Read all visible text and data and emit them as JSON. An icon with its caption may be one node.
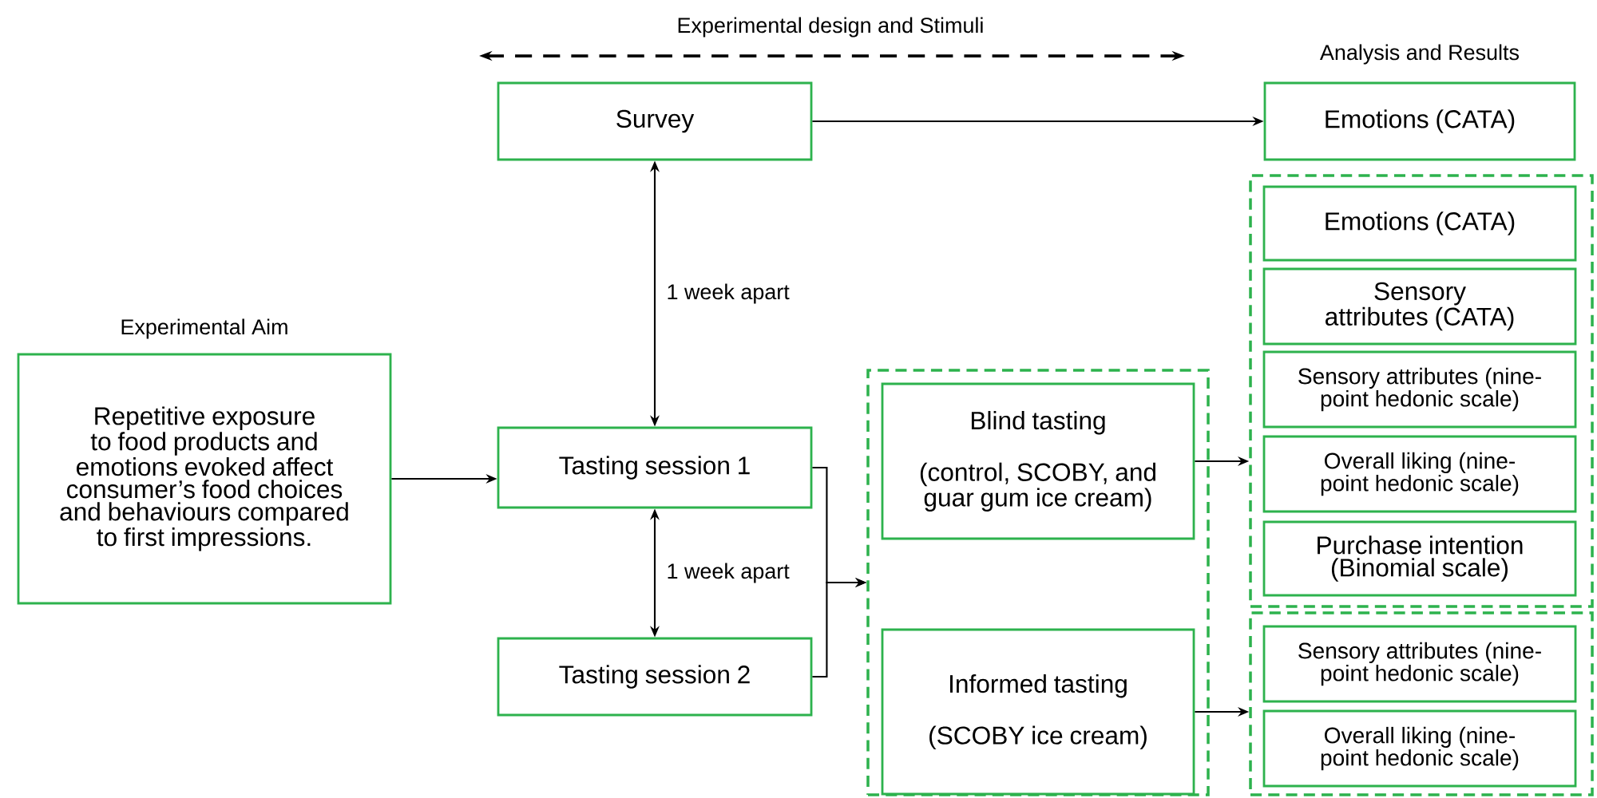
{
  "diagram": {
    "nodes": [
      {
        "text": [
          "Experimental Aim",
          "Repetitive exposure to food products and emotions evoked affect consumer’s food choices and behaviours compared to first impressions."
        ]
      },
      {
        "text": [
          "Survey"
        ]
      },
      {
        "text": [
          "Tasting session 1"
        ]
      },
      {
        "text": [
          "Tasting session 2"
        ]
      },
      {
        "text": [],
        "shape": "box"
      },
      {
        "text": [
          "Blind tasting",
          "(control, SCOBY, and guar gum ice cream)"
        ],
        "in": 4
      },
      {
        "text": [
          "Informed tasting",
          "(SCOBY ice cream)"
        ],
        "in": 4
      },
      {
        "text": [
          "Emotions (CATA)"
        ]
      },
      {
        "text": [],
        "shape": "box"
      },
      {
        "text": [
          "Emotions (CATA)"
        ],
        "in": 8
      },
      {
        "text": [
          "Sensory attributes (CATA)"
        ],
        "in": 8
      },
      {
        "text": [
          "Sensory attributes (nine-point hedonic scale)"
        ],
        "in": 8
      },
      {
        "text": [
          "Overall liking (nine-point hedonic scale)"
        ],
        "in": 8
      },
      {
        "text": [
          "Purchase intention (Binomial scale)"
        ],
        "in": 8
      },
      {
        "text": [],
        "shape": "box"
      },
      {
        "text": [
          "Sensory attributes (nine-point hedonic scale)"
        ],
        "in": 14
      },
      {
        "text": [
          "Overall liking (nine-point hedonic scale)"
        ],
        "in": 14
      }
    ],
    "edges": [
      {
        "from": 0,
        "to": 2,
        "arrow": "to"
      },
      {
        "from": 1,
        "to": 7,
        "arrow": "to"
      },
      {
        "from": 1,
        "to": 2,
        "arrow": "both",
        "label": "1 week apart"
      },
      {
        "from": 2,
        "to": 3,
        "arrow": "both",
        "label": "1 week apart"
      },
      {
        "from": 2,
        "to": 4,
        "arrow": "to"
      },
      {
        "from": 3,
        "to": 4,
        "arrow": "to"
      },
      {
        "from": 5,
        "to": 8,
        "arrow": "to"
      },
      {
        "from": 6,
        "to": 14,
        "arrow": "to"
      }
    ],
    "labels": [
      "Experimental design and Stimuli",
      "Analysis and Results"
    ]
  }
}
